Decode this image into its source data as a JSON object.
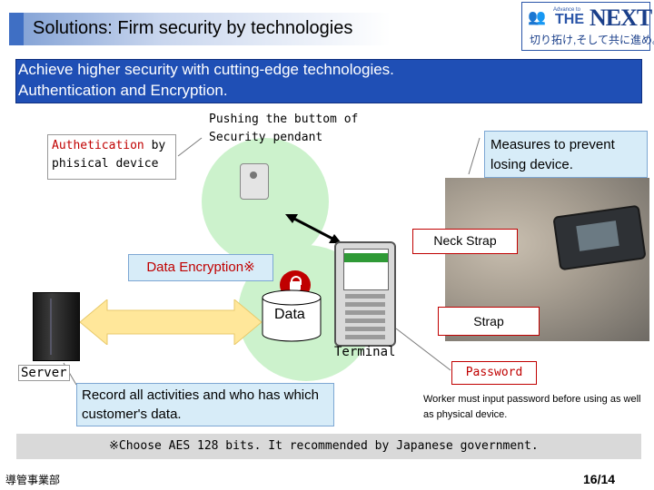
{
  "title": "Solutions: Firm security by technologies",
  "logo": {
    "prefix": "Advance to",
    "the": "THE",
    "next": "NEXT",
    "tagline": "切り拓け,そして共に進め。"
  },
  "banner": {
    "line1": "Achieve higher security with cutting-edge technologies.",
    "line2": "Authentication and Encryption."
  },
  "auth_label": {
    "red": "Authetication",
    "rest1": " by",
    "line2": "phisical device"
  },
  "push_label": {
    "line1": "Pushing the buttom of",
    "line2": "Security pendant"
  },
  "measures": "Measures to prevent losing device.",
  "neck_strap": "Neck Strap",
  "data_encryption": "Data Encryption※",
  "data": "Data",
  "strap": "Strap",
  "terminal": "Terminal",
  "server": "Server",
  "record": "Record all activities and who has which customer's data.",
  "password": "Password",
  "worker_note": "Worker must input password before using as well as physical device.",
  "footer_note": "※Choose AES 128 bits. It recommended by Japanese government.",
  "department": "導管事業部",
  "page_number": "16/14",
  "colors": {
    "banner": "#1f4fb5",
    "accent_red": "#c00000",
    "circle_green": "#ccf2cc",
    "callout_blue": "#d7ecf8",
    "arrow_yellow": "#ffe79a"
  }
}
